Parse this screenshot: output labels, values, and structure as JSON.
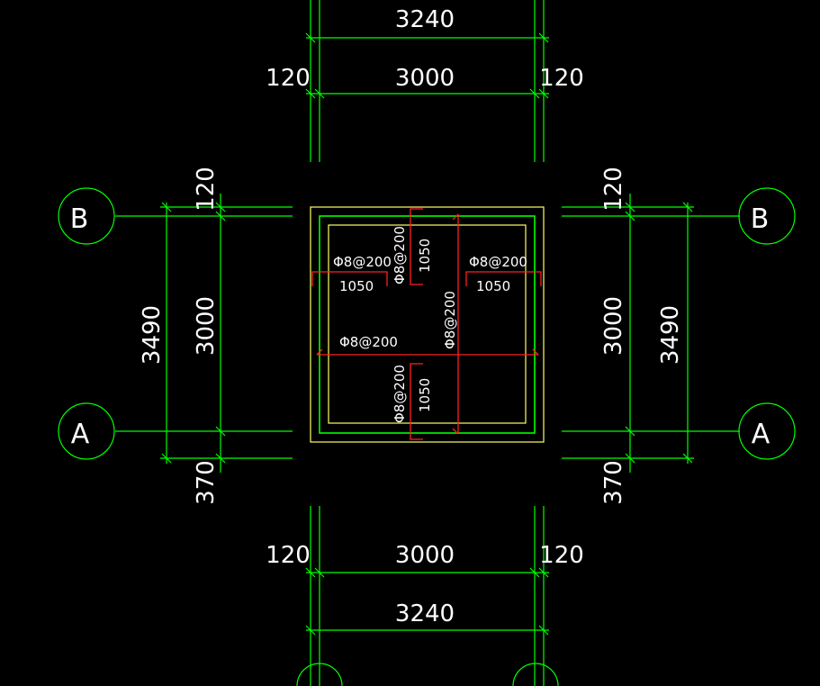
{
  "colors": {
    "background": "#000000",
    "dimension_line": "#00ff00",
    "text": "#ffffff",
    "wall_outline": "#ffff66",
    "rebar": "#ff2020",
    "axis_circle": "#00ff00"
  },
  "dimensions": {
    "top_total": "3240",
    "top_inner": "3000",
    "top_left_wall": "120",
    "top_right_wall": "120",
    "bottom_total": "3240",
    "bottom_inner": "3000",
    "bottom_left_wall": "120",
    "bottom_right_wall": "120",
    "left_top_wall": "120",
    "left_inner": "3000",
    "left_total": "3490",
    "left_bottom_wall": "370",
    "right_top_wall": "120",
    "right_inner": "3000",
    "right_total": "3490",
    "right_bottom_wall": "370"
  },
  "axes": {
    "left_b": "B",
    "left_a": "A",
    "right_b": "B",
    "right_a": "A"
  },
  "rebar_labels": {
    "left_top": "Φ8@200",
    "left_top_length": "1050",
    "right_top": "Φ8@200",
    "right_top_length": "1050",
    "top_vertical": "Φ8@200",
    "top_vertical_length": "1050",
    "center_horizontal": "Φ8@200",
    "center_vertical": "Φ8@200",
    "bottom_vertical": "Φ8@200",
    "bottom_vertical_length": "1050"
  }
}
